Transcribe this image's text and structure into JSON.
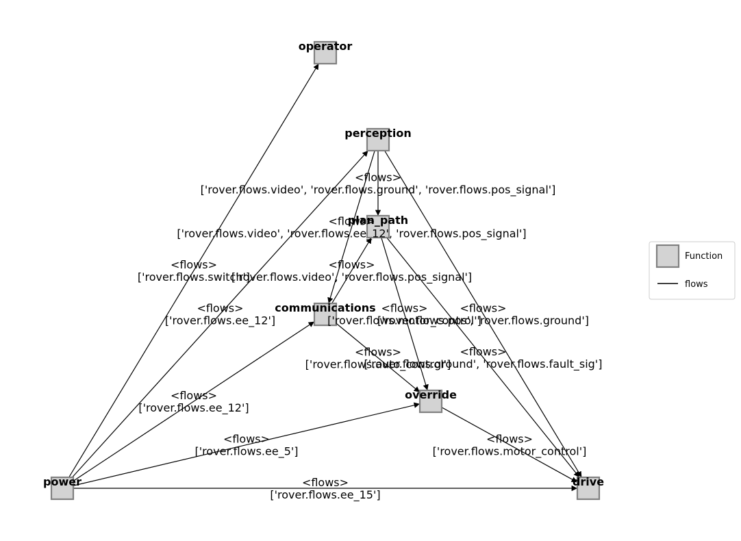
{
  "nodes": [
    {
      "id": "operator",
      "label": "operator"
    },
    {
      "id": "perception",
      "label": "perception"
    },
    {
      "id": "plan_path",
      "label": "plan_path"
    },
    {
      "id": "communications",
      "label": "communications"
    },
    {
      "id": "override",
      "label": "override"
    },
    {
      "id": "power",
      "label": "power"
    },
    {
      "id": "drive",
      "label": "drive"
    }
  ],
  "edges": [
    {
      "from": "power",
      "to": "operator",
      "type": "<flows>",
      "flows": "['rover.flows.switch']"
    },
    {
      "from": "power",
      "to": "perception",
      "type": "<flows>",
      "flows": "['rover.flows.ee_12']"
    },
    {
      "from": "power",
      "to": "communications",
      "type": "<flows>",
      "flows": "['rover.flows.ee_12']"
    },
    {
      "from": "power",
      "to": "override",
      "type": "<flows>",
      "flows": "['rover.flows.ee_5']"
    },
    {
      "from": "power",
      "to": "drive",
      "type": "<flows>",
      "flows": "['rover.flows.ee_15']"
    },
    {
      "from": "perception",
      "to": "plan_path",
      "type": "<flows>",
      "flows": "['rover.flows.video', 'rover.flows.ground', 'rover.flows.pos_signal']"
    },
    {
      "from": "perception",
      "to": "communications",
      "type": "<flows>",
      "flows": "['rover.flows.video', 'rover.flows.ee_12', 'rover.flows.pos_signal']"
    },
    {
      "from": "communications",
      "to": "plan_path",
      "type": "<flows>",
      "flows": "['rover.flows.video', 'rover.flows.pos_signal']"
    },
    {
      "from": "communications",
      "to": "override",
      "type": "<flows>",
      "flows": "['rover.flows.auto_control']"
    },
    {
      "from": "plan_path",
      "to": "override",
      "type": "<flows>",
      "flows": "['rover.flows.motor_control']"
    },
    {
      "from": "perception",
      "to": "drive",
      "type": "<flows>",
      "flows": "['rover.flows.pos', 'rover.flows.ground']"
    },
    {
      "from": "plan_path",
      "to": "drive",
      "type": "<flows>",
      "flows": "['rover.flows.ground', 'rover.flows.fault_sig']"
    },
    {
      "from": "override",
      "to": "drive",
      "type": "<flows>",
      "flows": "['rover.flows.motor_control']"
    }
  ],
  "legend": {
    "function_label": "Function",
    "flows_label": "flows"
  }
}
